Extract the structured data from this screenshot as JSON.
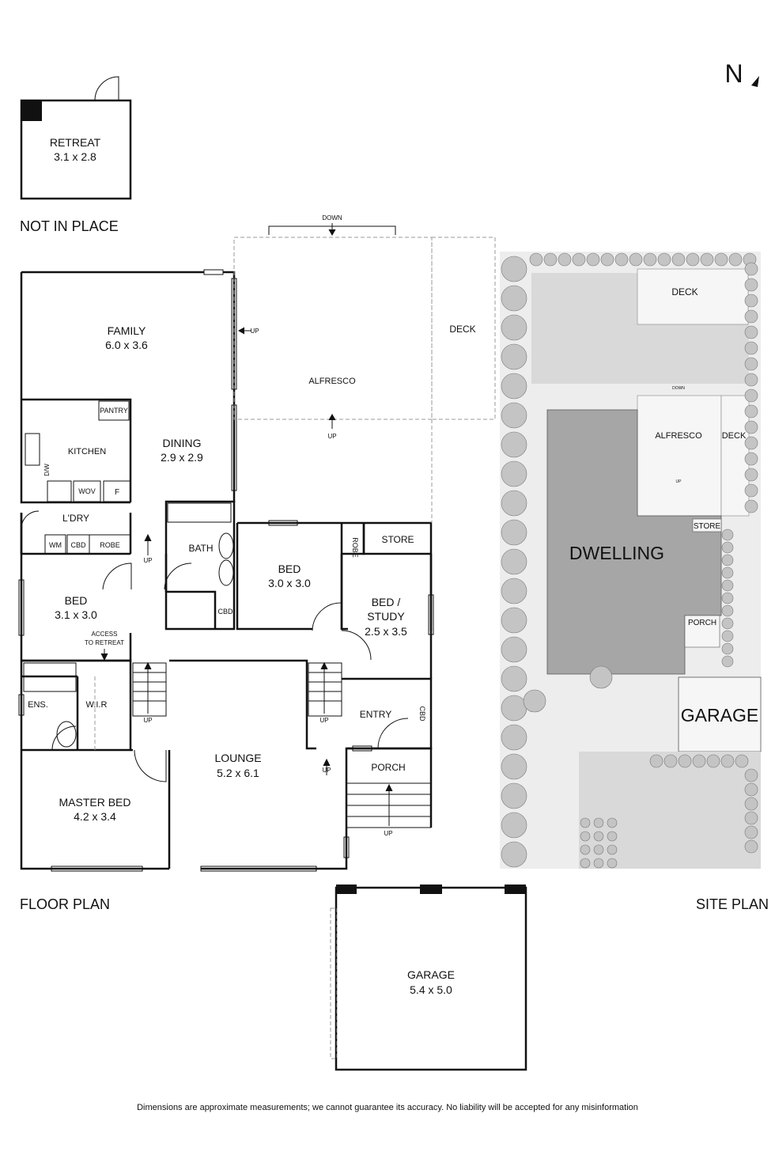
{
  "north": "N",
  "captions": {
    "not_in_place": "NOT IN PLACE",
    "floor_plan": "FLOOR PLAN",
    "site_plan": "SITE PLAN"
  },
  "disclaimer": "Dimensions are approximate measurements; we cannot guarantee its accuracy. No liability will be accepted for any misinformation",
  "rooms": {
    "retreat": {
      "name": "RETREAT",
      "size": "3.1 x 2.8"
    },
    "family": {
      "name": "FAMILY",
      "size": "6.0 x 3.6"
    },
    "alfresco": {
      "name": "ALFRESCO"
    },
    "deck": {
      "name": "DECK"
    },
    "pantry": {
      "name": "PANTRY"
    },
    "kitchen": {
      "name": "KITCHEN"
    },
    "dining": {
      "name": "DINING",
      "size": "2.9 x 2.9"
    },
    "dw": {
      "name": "D/W"
    },
    "wov": {
      "name": "WOV"
    },
    "fridge": {
      "name": "F"
    },
    "laundry": {
      "name": "L'DRY"
    },
    "wm": {
      "name": "WM"
    },
    "cbd_laundry": {
      "name": "CBD"
    },
    "robe_laundry": {
      "name": "ROBE"
    },
    "bath": {
      "name": "BATH"
    },
    "bed_center": {
      "name": "BED",
      "size": "3.0 x 3.0"
    },
    "robe_center": {
      "name": "ROBE"
    },
    "store": {
      "name": "STORE"
    },
    "bed_study": {
      "name": "BED /",
      "name2": "STUDY",
      "size": "2.5 x 3.5"
    },
    "bed_left": {
      "name": "BED",
      "size": "3.1 x 3.0"
    },
    "access": {
      "line1": "ACCESS",
      "line2": "TO RETREAT"
    },
    "cbd_bath": {
      "name": "CBD"
    },
    "ens": {
      "name": "ENS."
    },
    "wir": {
      "name": "W.I.R"
    },
    "master": {
      "name": "MASTER BED",
      "size": "4.2 x 3.4"
    },
    "lounge": {
      "name": "LOUNGE",
      "size": "5.2 x 6.1"
    },
    "entry": {
      "name": "ENTRY"
    },
    "cbd_entry": {
      "name": "CBD"
    },
    "porch": {
      "name": "PORCH"
    },
    "garage": {
      "name": "GARAGE",
      "size": "5.4 x 5.0"
    }
  },
  "stair_labels": {
    "down": "DOWN",
    "up": "UP"
  },
  "site": {
    "deck": "DECK",
    "alfresco": "ALFRESCO",
    "deck2": "DECK",
    "dwelling": "DWELLING",
    "store": "STORE",
    "porch": "PORCH",
    "garage": "GARAGE",
    "down": "DOWN",
    "up": "UP"
  },
  "colors": {
    "wall": "#111111",
    "dashed": "#9a9a9a",
    "site_light": "#ededed",
    "site_mid": "#d9d9d9",
    "dwelling": "#a6a6a6",
    "shrub": "#bdbdbd"
  }
}
